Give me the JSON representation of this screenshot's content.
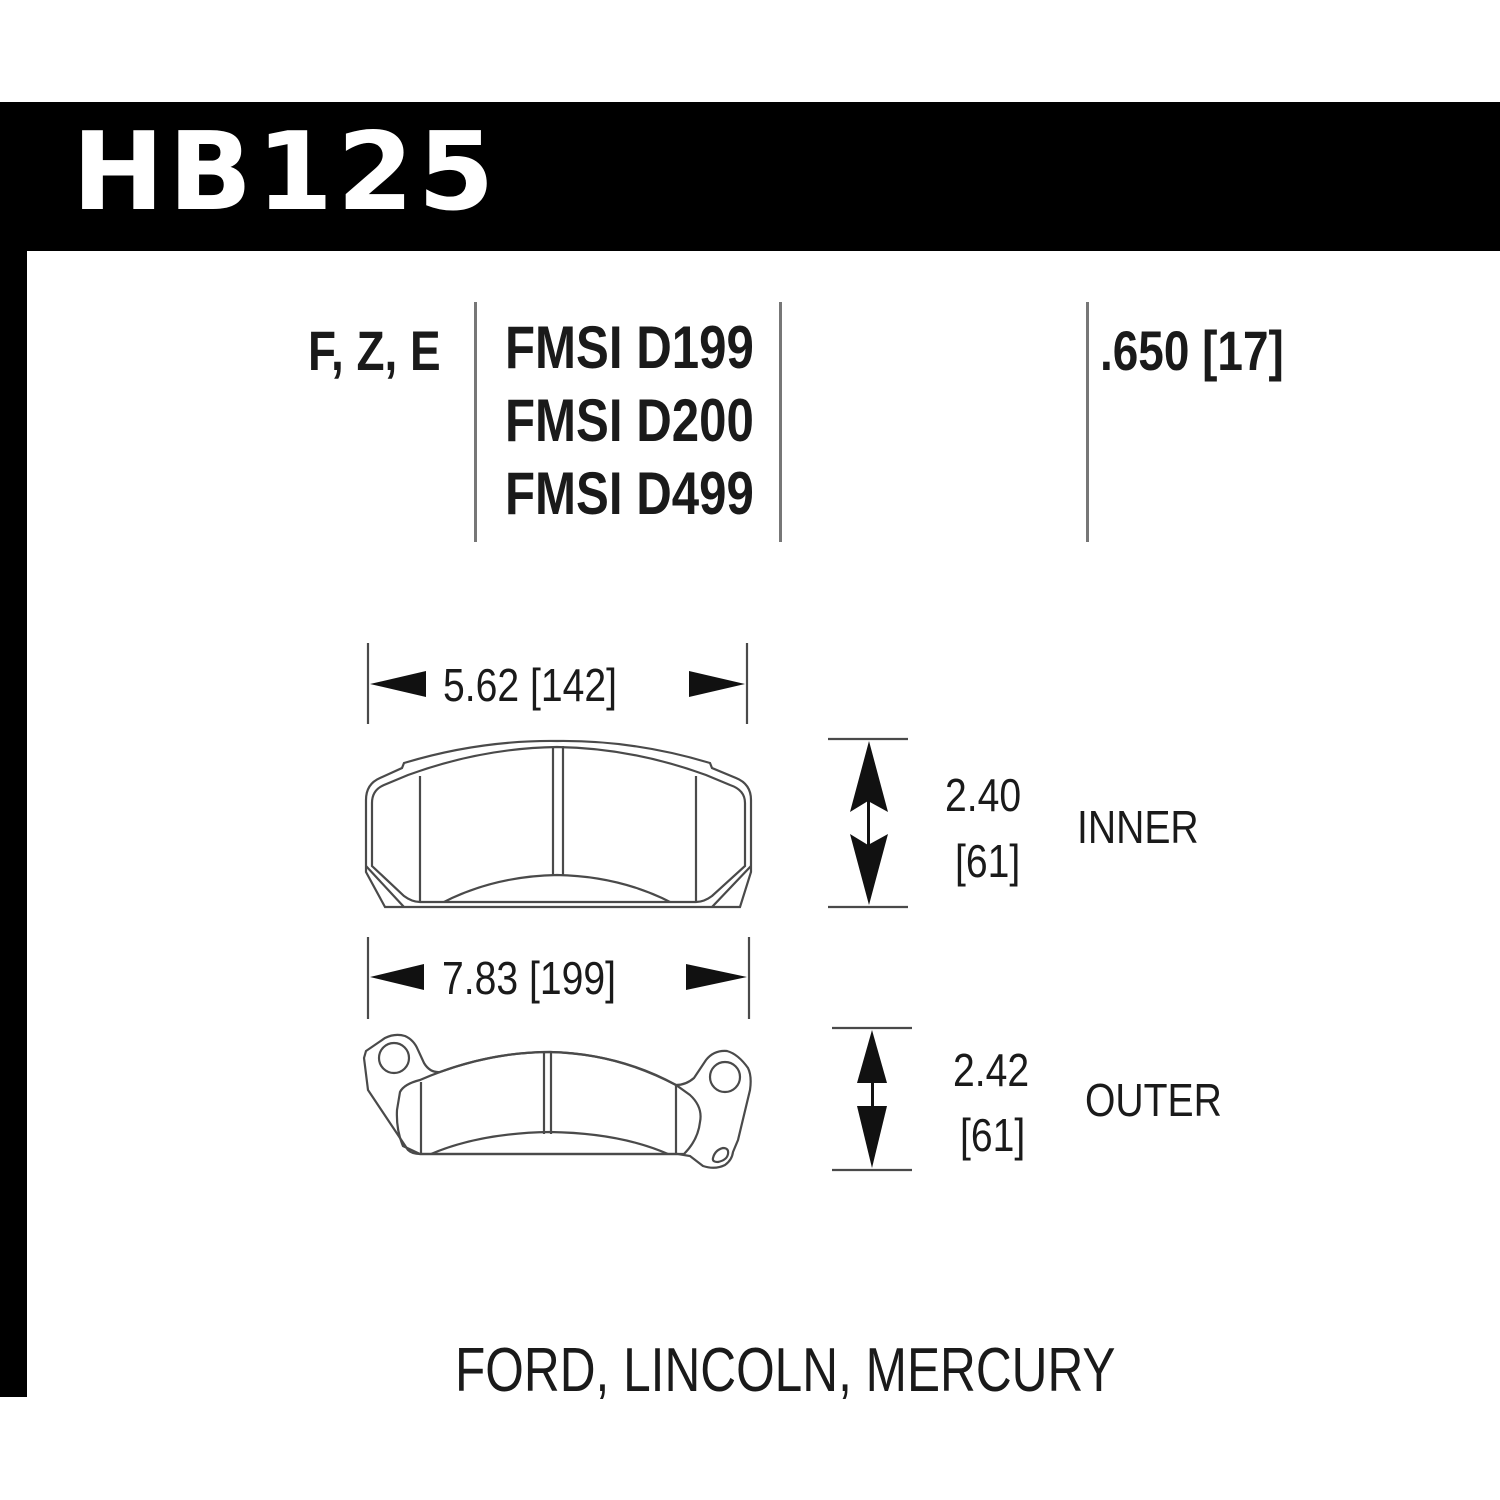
{
  "header": {
    "part_number": "HB125"
  },
  "specs": {
    "compounds": "F, Z, E",
    "fmsi_numbers": [
      "FMSI D199",
      "FMSI D200",
      "FMSI D499"
    ],
    "thickness": ".650 [17]"
  },
  "inner_pad": {
    "label": "INNER",
    "width": "5.62 [142]",
    "height_in": "2.40",
    "height_mm": "[61]"
  },
  "outer_pad": {
    "label": "OUTER",
    "width": "7.83 [199]",
    "height_in": "2.42",
    "height_mm": "[61]"
  },
  "footer": {
    "applications": "FORD, LINCOLN, MERCURY"
  },
  "colors": {
    "band": "#000000",
    "line": "#4a4a4a",
    "text": "#1a1a1a"
  }
}
